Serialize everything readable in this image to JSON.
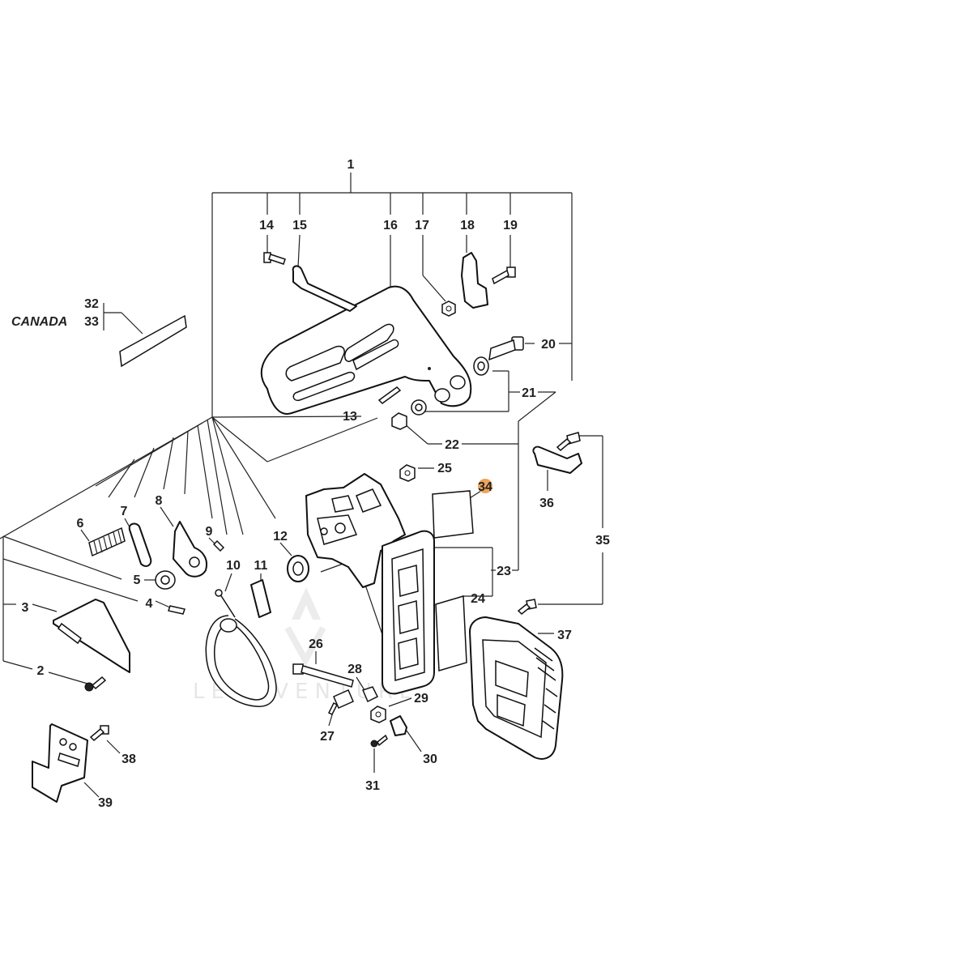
{
  "diagram": {
    "highlight_color": "#f0a45a",
    "watermark": "LEADVENTURE",
    "region_label": "CANADA",
    "callouts": [
      "1",
      "2",
      "3",
      "4",
      "5",
      "6",
      "7",
      "8",
      "9",
      "10",
      "11",
      "12",
      "13",
      "14",
      "15",
      "16",
      "17",
      "18",
      "19",
      "20",
      "21",
      "22",
      "23",
      "24",
      "25",
      "26",
      "27",
      "28",
      "29",
      "30",
      "31",
      "32",
      "33",
      "34",
      "35",
      "36",
      "37",
      "38",
      "39"
    ],
    "highlighted_callout": "34"
  }
}
